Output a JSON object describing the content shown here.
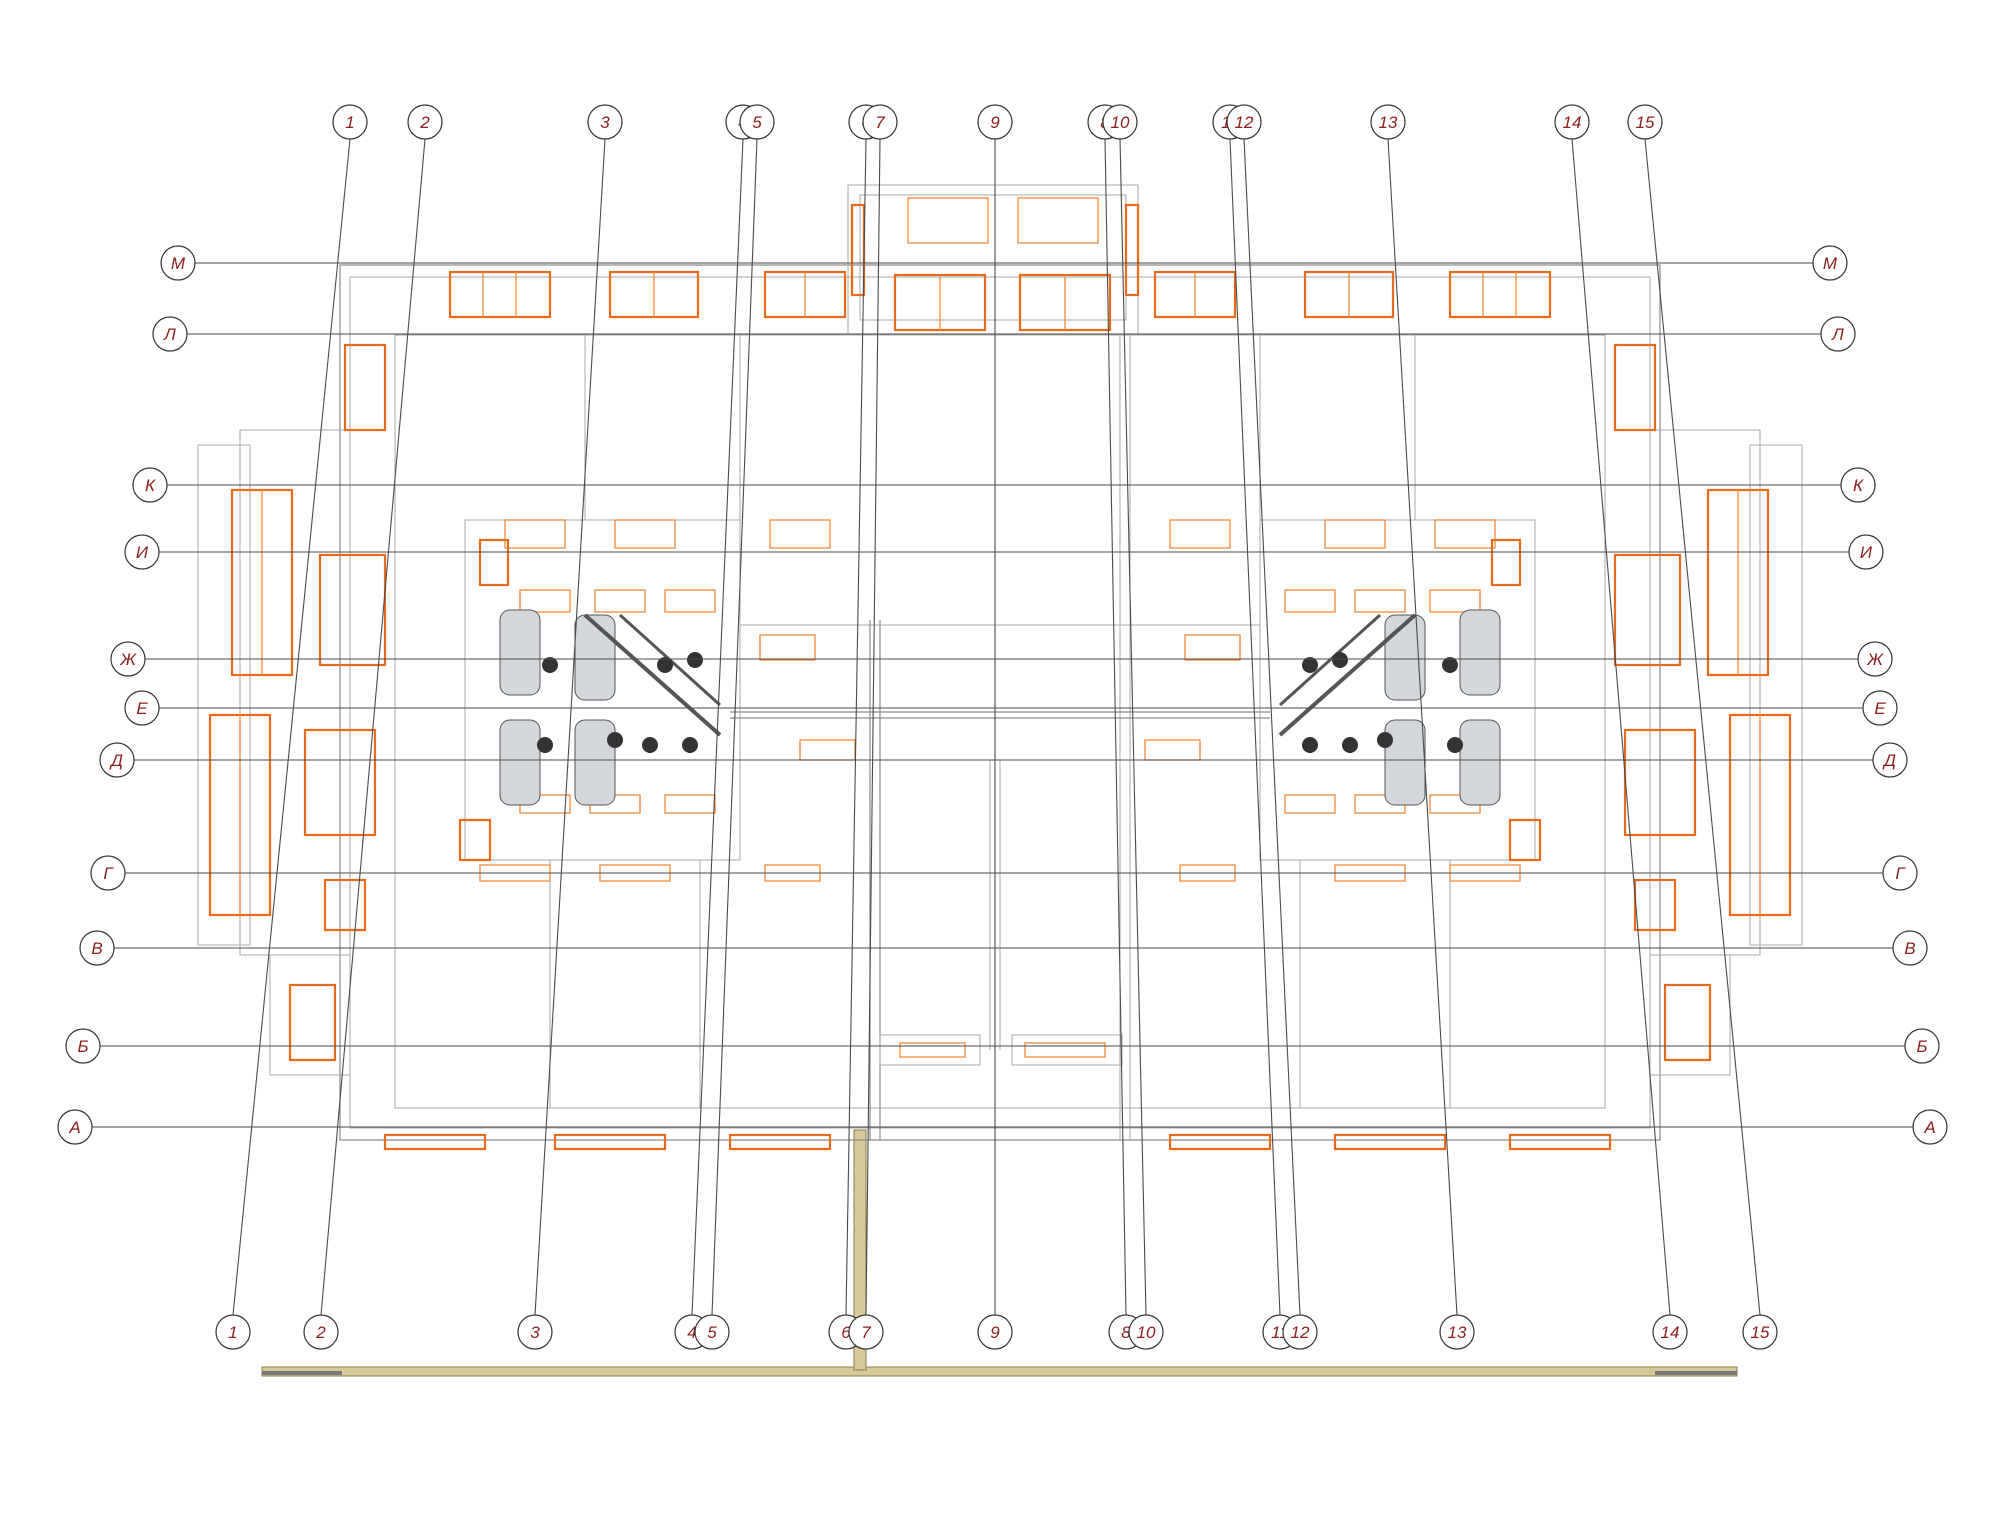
{
  "colors": {
    "axis_text": "#8b1e1e",
    "window": "#e86a1a",
    "wall": "#a9a9a9",
    "ground": "#d8c99a"
  },
  "axes": {
    "vertical_top": [
      "1",
      "2",
      "3",
      "4",
      "5",
      "6",
      "7",
      "9",
      "8",
      "10",
      "11",
      "12",
      "13",
      "14",
      "15"
    ],
    "vertical_bottom": [
      "1",
      "2",
      "3",
      "4",
      "5",
      "6",
      "7",
      "9",
      "8",
      "10",
      "11",
      "12",
      "13",
      "14",
      "15"
    ],
    "horizontal_left": [
      "М",
      "Л",
      "К",
      "И",
      "Ж",
      "Е",
      "Д",
      "Г",
      "В",
      "Б",
      "А"
    ],
    "horizontal_right": [
      "М",
      "Л",
      "К",
      "И",
      "Ж",
      "Е",
      "Д",
      "Г",
      "В",
      "Б",
      "А"
    ]
  }
}
